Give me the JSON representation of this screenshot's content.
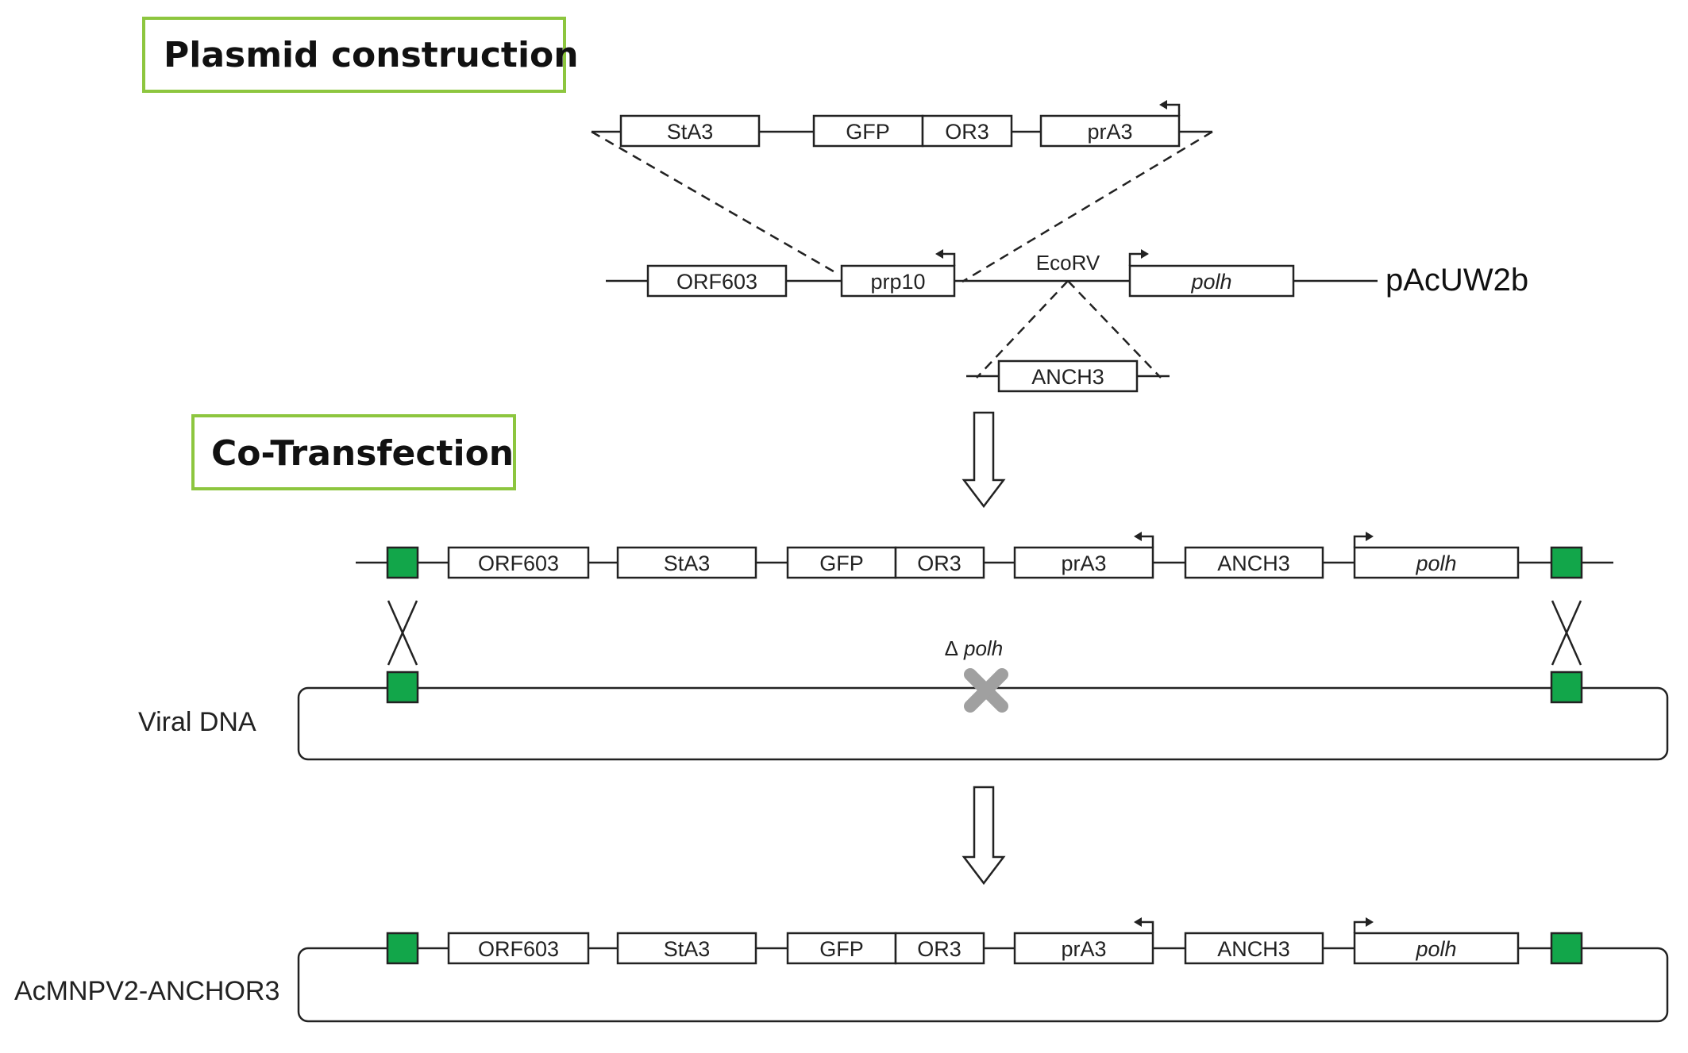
{
  "titles": {
    "plasmid": "Plasmid construction",
    "cotransfection": "Co-Transfection"
  },
  "insert": {
    "genes": [
      "StA3",
      "GFP",
      "OR3",
      "prA3"
    ]
  },
  "plasmid": {
    "name": "pAcUW2b",
    "genes": [
      "ORF603",
      "prp10",
      "polh"
    ],
    "site": "EcoRV",
    "insert_gene": "ANCH3"
  },
  "transfer": {
    "genes": [
      "ORF603",
      "StA3",
      "GFP",
      "OR3",
      "prA3",
      "ANCH3",
      "polh"
    ]
  },
  "viral": {
    "label": "Viral DNA",
    "deletion_symbol": "Δ",
    "deletion_gene": "polh"
  },
  "product": {
    "label": "AcMNPV2-ANCHOR3",
    "genes": [
      "ORF603",
      "StA3",
      "GFP",
      "OR3",
      "prA3",
      "ANCH3",
      "polh"
    ]
  },
  "colors": {
    "homology_box": "#12a64a",
    "title_border": "#8dc63f",
    "deletion_mark": "#a0a0a0",
    "line": "#222222"
  }
}
